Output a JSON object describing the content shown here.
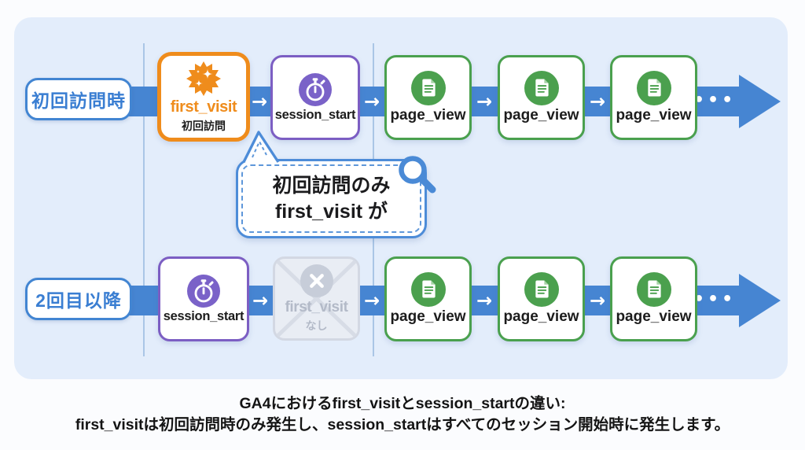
{
  "flow": {
    "arrow_glyph": "→",
    "ellipsis_glyph": "•••"
  },
  "rows": [
    {
      "label": "初回訪問時",
      "nodes": [
        {
          "event": "first_visit",
          "sub": "初回訪問",
          "icon": "starburst-icon",
          "accent": "#ef8c1c"
        },
        {
          "event": "session_start",
          "icon": "stopwatch-icon",
          "accent": "#7c5ec3"
        },
        {
          "event": "page_view",
          "icon": "document-icon",
          "accent": "#4aa04e"
        },
        {
          "event": "page_view",
          "icon": "document-icon",
          "accent": "#4aa04e"
        },
        {
          "event": "page_view",
          "icon": "document-icon",
          "accent": "#4aa04e"
        }
      ]
    },
    {
      "label": "2回目以降",
      "nodes": [
        {
          "event": "session_start",
          "icon": "stopwatch-icon",
          "accent": "#7c5ec3"
        },
        {
          "event": "first_visit",
          "sub": "なし",
          "icon": "cross-circle-icon",
          "accent": "#b3bac8"
        },
        {
          "event": "page_view",
          "icon": "document-icon",
          "accent": "#4aa04e"
        },
        {
          "event": "page_view",
          "icon": "document-icon",
          "accent": "#4aa04e"
        },
        {
          "event": "page_view",
          "icon": "document-icon",
          "accent": "#4aa04e"
        }
      ]
    }
  ],
  "callout": {
    "line1": "初回訪問のみ",
    "line2": "first_visit が",
    "icon": "magnifier-icon"
  },
  "caption": {
    "line1": "GA4におけるfirst_visitとsession_startの違い:",
    "line2": "first_visitは初回訪問時のみ発生し、session_startはすべてのセッション開始時に発生します。"
  },
  "colors": {
    "flow_blue": "#4685d2",
    "label_blue": "#3a7ed2",
    "panel_bg": "#e3edfb",
    "orange": "#ef8c1c",
    "purple": "#7c5ec3",
    "green": "#4aa04e",
    "disabled_gray": "#b3bac8"
  }
}
